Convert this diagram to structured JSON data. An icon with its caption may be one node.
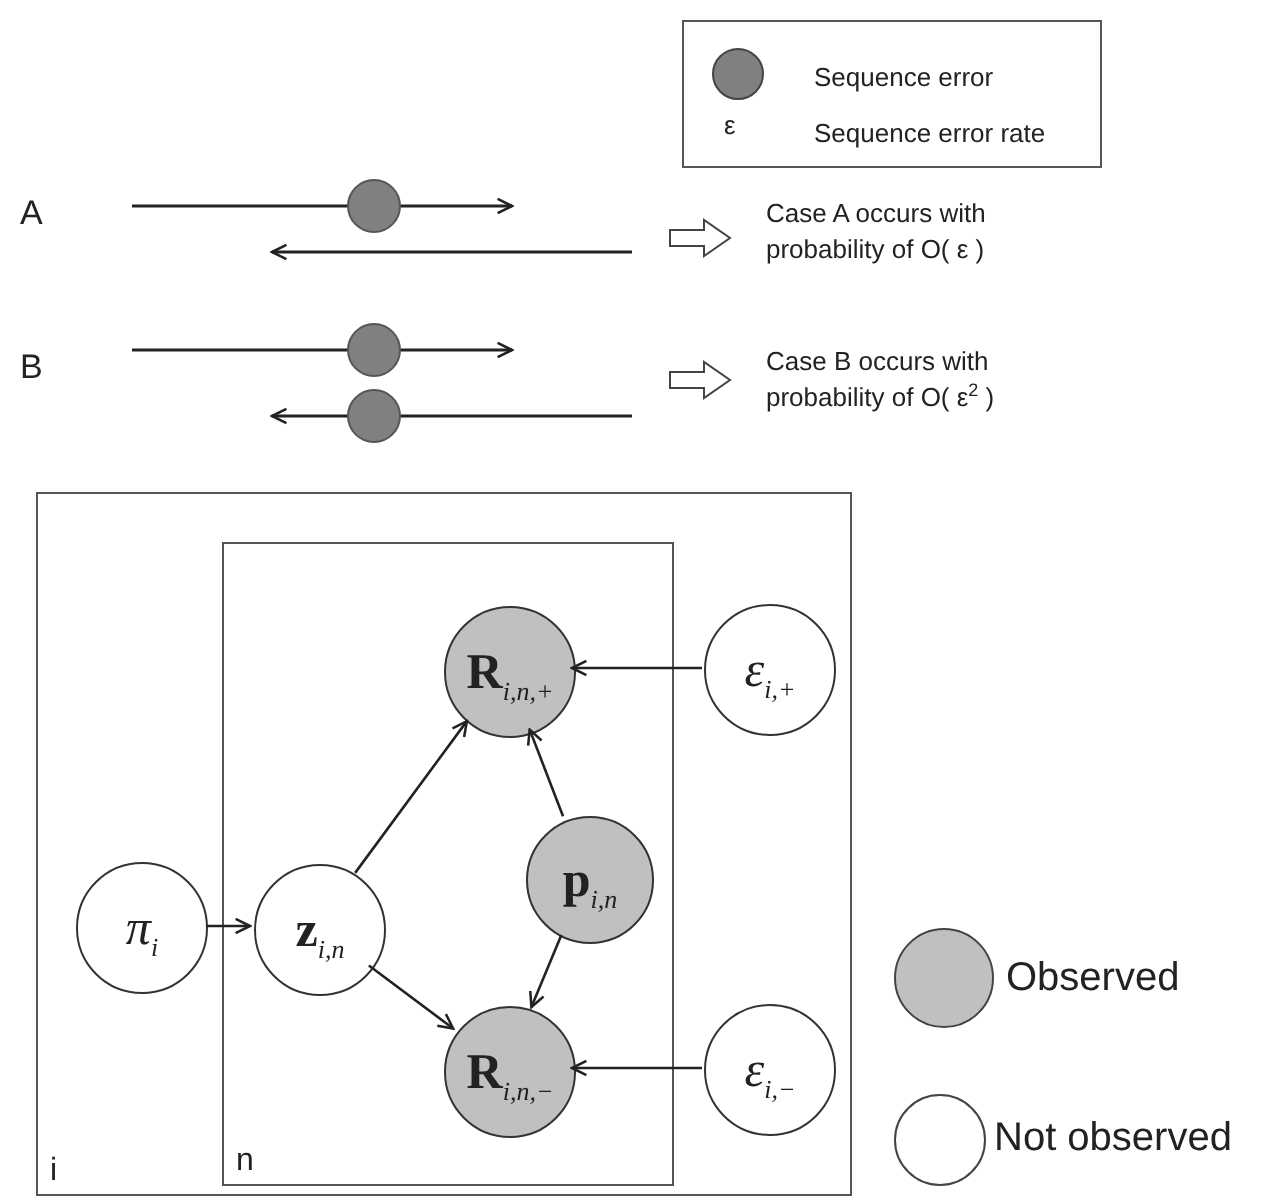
{
  "diagram": {
    "nodes": [
      {
        "text": [
          "i"
        ]
      },
      {
        "text": [
          "n"
        ],
        "in": 0
      },
      {
        "text": [
          "π$_{i}$"
        ],
        "in": 0
      },
      {
        "text": [
          "**z**$_{i,n}$"
        ],
        "in": 1
      },
      {
        "text": [
          "**R**$_{i,n,+}$"
        ],
        "in": 1
      },
      {
        "text": [
          "**p**$_{i,n}$"
        ],
        "in": 1
      },
      {
        "text": [
          "**R**$_{i,n,−}$"
        ],
        "in": 1
      },
      {
        "text": [
          "ε$_{i,+}$"
        ],
        "in": 0
      },
      {
        "text": [
          "ε$_{i,−}$"
        ],
        "in": 0
      }
    ],
    "edges": [
      {
        "from": 2,
        "to": 3,
        "arrow": "to"
      },
      {
        "from": 3,
        "to": 4,
        "arrow": "to"
      },
      {
        "from": 3,
        "to": 6,
        "arrow": "to"
      },
      {
        "from": 5,
        "to": 4,
        "arrow": "to"
      },
      {
        "from": 5,
        "to": 6,
        "arrow": "to"
      },
      {
        "from": 7,
        "to": 4,
        "arrow": "to"
      },
      {
        "from": 8,
        "to": 6,
        "arrow": "to"
      }
    ],
    "labels": [
      "ε",
      "A",
      "Case A occurs with probability of O( ε )",
      "B",
      "Case B occurs with probability of O( ε$^{2}$ )"
    ],
    "legend": [
      {
        "text": "Sequence error",
        "color": "#808080"
      },
      {
        "text": "Sequence error rate"
      },
      {
        "text": "Observed",
        "color": "#c0c0c0"
      },
      {
        "text": "Not observed",
        "color": "#ffffff"
      }
    ]
  }
}
